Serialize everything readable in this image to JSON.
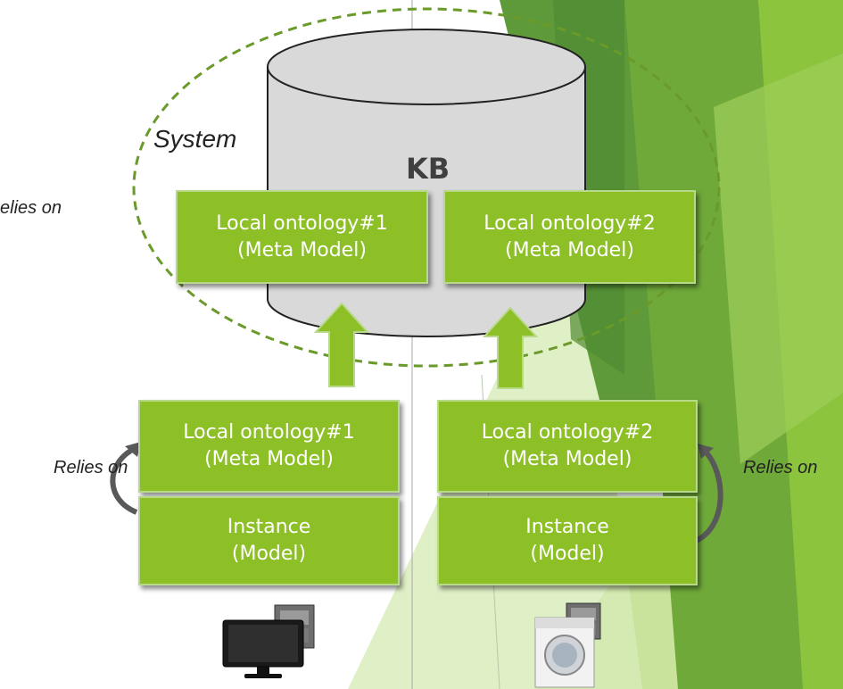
{
  "kb_label": "KB",
  "system_label": "System",
  "relies_on_left_cut": "elies on",
  "relies_on": "Relies on",
  "kb_boxes": [
    {
      "title": "Local ontology#1",
      "subtitle": "(Meta Model)"
    },
    {
      "title": "Local ontology#2",
      "subtitle": "(Meta Model)"
    }
  ],
  "devices": [
    {
      "meta_title": "Local ontology#1",
      "meta_subtitle": "(Meta Model)",
      "instance_title": "Instance",
      "instance_subtitle": "(Model)",
      "icon": "monitor-icon"
    },
    {
      "meta_title": "Local ontology#2",
      "meta_subtitle": "(Meta Model)",
      "instance_title": "Instance",
      "instance_subtitle": "(Model)",
      "icon": "washing-machine-icon"
    }
  ],
  "colors": {
    "box_fill": "#8dbf26",
    "box_border": "#b9d98a",
    "arrow_fill": "#8dbf26",
    "dashed_ellipse": "#6a9a2a",
    "cylinder": "#d9d9d9",
    "relies_arrow": "#595959"
  }
}
